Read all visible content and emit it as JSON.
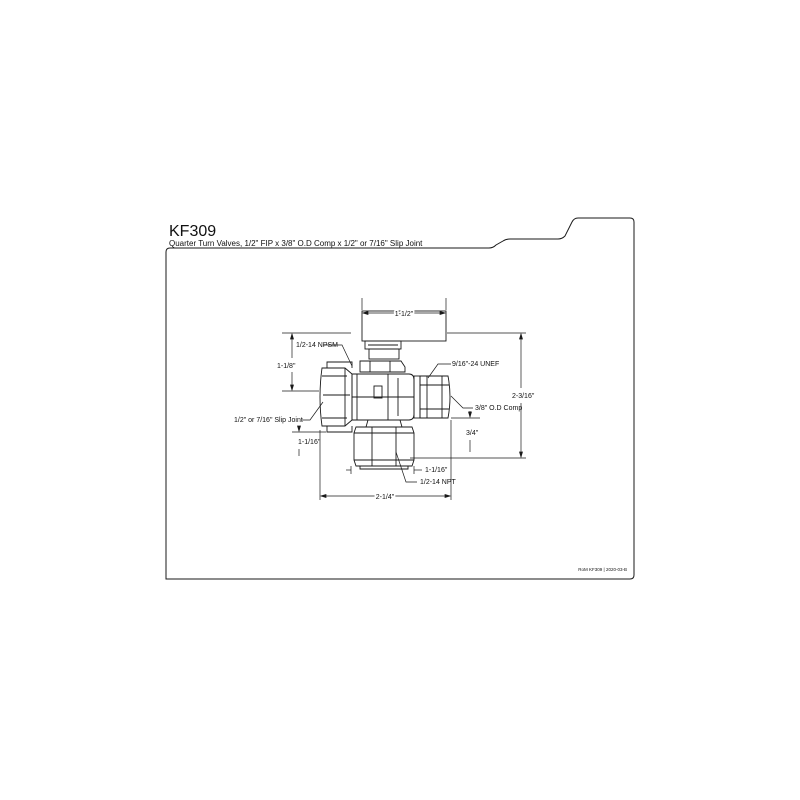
{
  "header": {
    "model": "KF309",
    "description": "Quarter Turn Valves, 1/2\" FIP x 3/8\" O.D Comp x 1/2\" or 7/16\" Slip Joint"
  },
  "footer": {
    "reference": "RoM KF309 | 2020-03-B"
  },
  "dimensions": {
    "handle_width": "1-1/2\"",
    "inlet_thread": "1/2-14 NPSM",
    "slip_nut_height": "1-1/8\"",
    "slip_joint": "1/2\" or 7/16\" Slip Joint",
    "inlet_offset": "1-1/16\"",
    "outlet_thread": "9/16\"-24 UNEF",
    "outlet_comp": "3/8\" O.D Comp",
    "outlet_offset": "3/4\"",
    "overall_height": "2-3/16\"",
    "bottom_nut_width": "1-1/16\"",
    "bottom_thread": "1/2-14 NPT",
    "overall_width": "2-1/4\""
  },
  "colors": {
    "line": "#1a1a1a",
    "background": "#ffffff"
  }
}
